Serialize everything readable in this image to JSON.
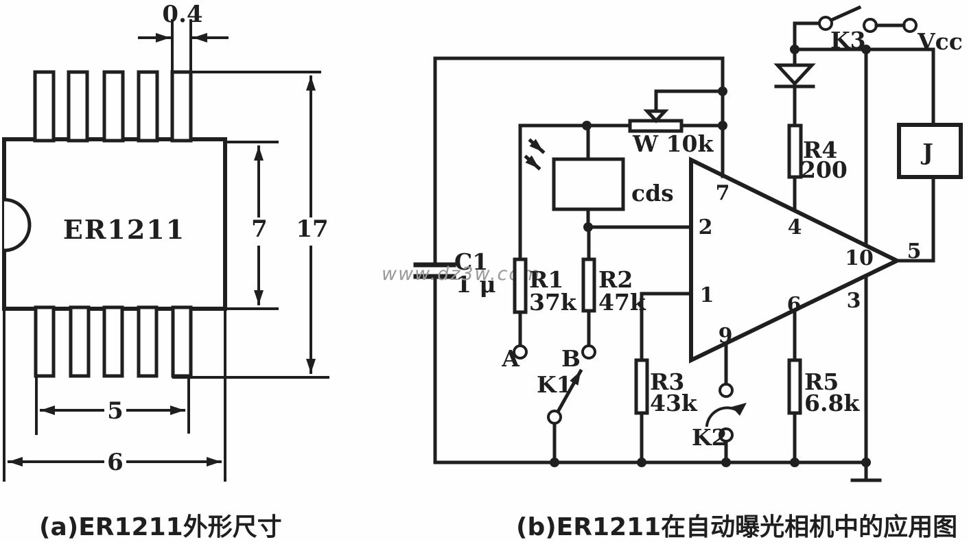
{
  "colors": {
    "ink": "#1f1f1f",
    "watermark": "#9a9a9a",
    "background": "#fefefe"
  },
  "watermark": "www.dz3w.com",
  "fig_a": {
    "caption": "(a)ER1211外形尺寸",
    "chip": "ER1211",
    "dim_pin_width": "0.4",
    "dim_body_height": "7",
    "dim_total_height": "17",
    "dim_pin_span": "5",
    "dim_total_width": "6"
  },
  "fig_b": {
    "caption": "(b)ER1211在自动曝光相机中的应用图",
    "c1_name": "C1",
    "c1_value": "1 μ",
    "r1_name": "R1",
    "r1_value": "37k",
    "r2_name": "R2",
    "r2_value": "47k",
    "r3_name": "R3",
    "r3_value": "43k",
    "r4_name": "R4",
    "r4_value": "200",
    "r5_name": "R5",
    "r5_value": "6.8k",
    "pot_label": "W 10k",
    "cds_label": "cds",
    "k1": "K1",
    "k2": "K2",
    "k3": "K3",
    "vcc": "Vcc",
    "relay": "J",
    "term_a": "A",
    "term_b": "B",
    "pin1": "1",
    "pin2": "2",
    "pin3": "3",
    "pin4": "4",
    "pin5": "5",
    "pin6": "6",
    "pin7": "7",
    "pin9": "9",
    "pin10": "10"
  }
}
